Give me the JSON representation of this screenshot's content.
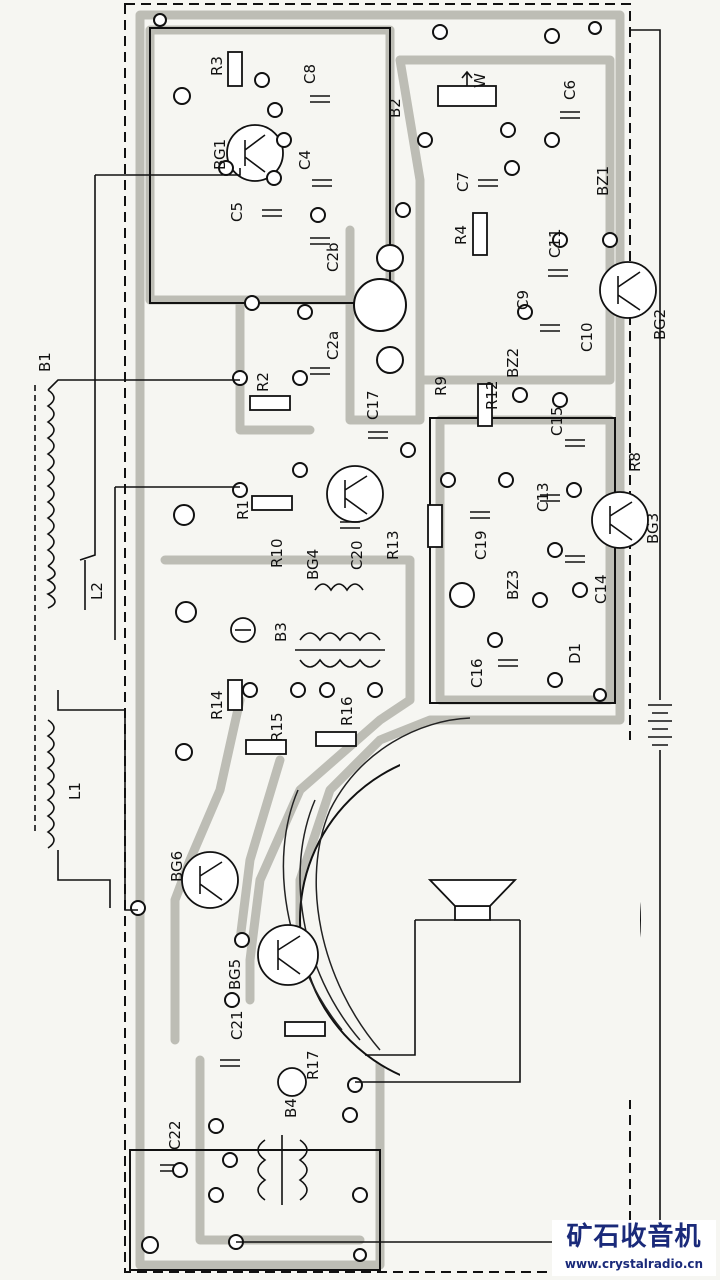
{
  "board_labels": {
    "R3": "R3",
    "C8": "C8",
    "B2_top": "B2",
    "W": "W",
    "C6": "C6",
    "BG1": "BG1",
    "C4": "C4",
    "C7": "C7",
    "BZ1": "BZ1",
    "R4": "R4",
    "C11": "C11",
    "C5": "C5",
    "C2b": "C2b",
    "C9": "C9",
    "BZ2": "BZ2",
    "C10": "C10",
    "BG2": "BG2",
    "C2a": "C2a",
    "R2": "R2",
    "C17": "C17",
    "R9": "R9",
    "R12": "R12",
    "C15": "C15",
    "R1": "R1",
    "R8": "R8",
    "C13": "C13",
    "R10": "R10",
    "BG4": "BG4",
    "C20": "C20",
    "R13": "R13",
    "C19": "C19",
    "BG3": "BG3",
    "BZ3": "BZ3",
    "C14": "C14",
    "B3": "B3",
    "C16": "C16",
    "D1": "D1",
    "R14": "R14",
    "R15": "R15",
    "R16": "R16",
    "BG6": "BG6",
    "BG5": "BG5",
    "C21": "C21",
    "R17": "R17",
    "B4": "B4",
    "C22": "C22",
    "B1": "B1",
    "L2": "L2",
    "L1": "L1"
  },
  "watermark": {
    "title": "矿石收音机",
    "url": "www.crystalradio.cn"
  }
}
